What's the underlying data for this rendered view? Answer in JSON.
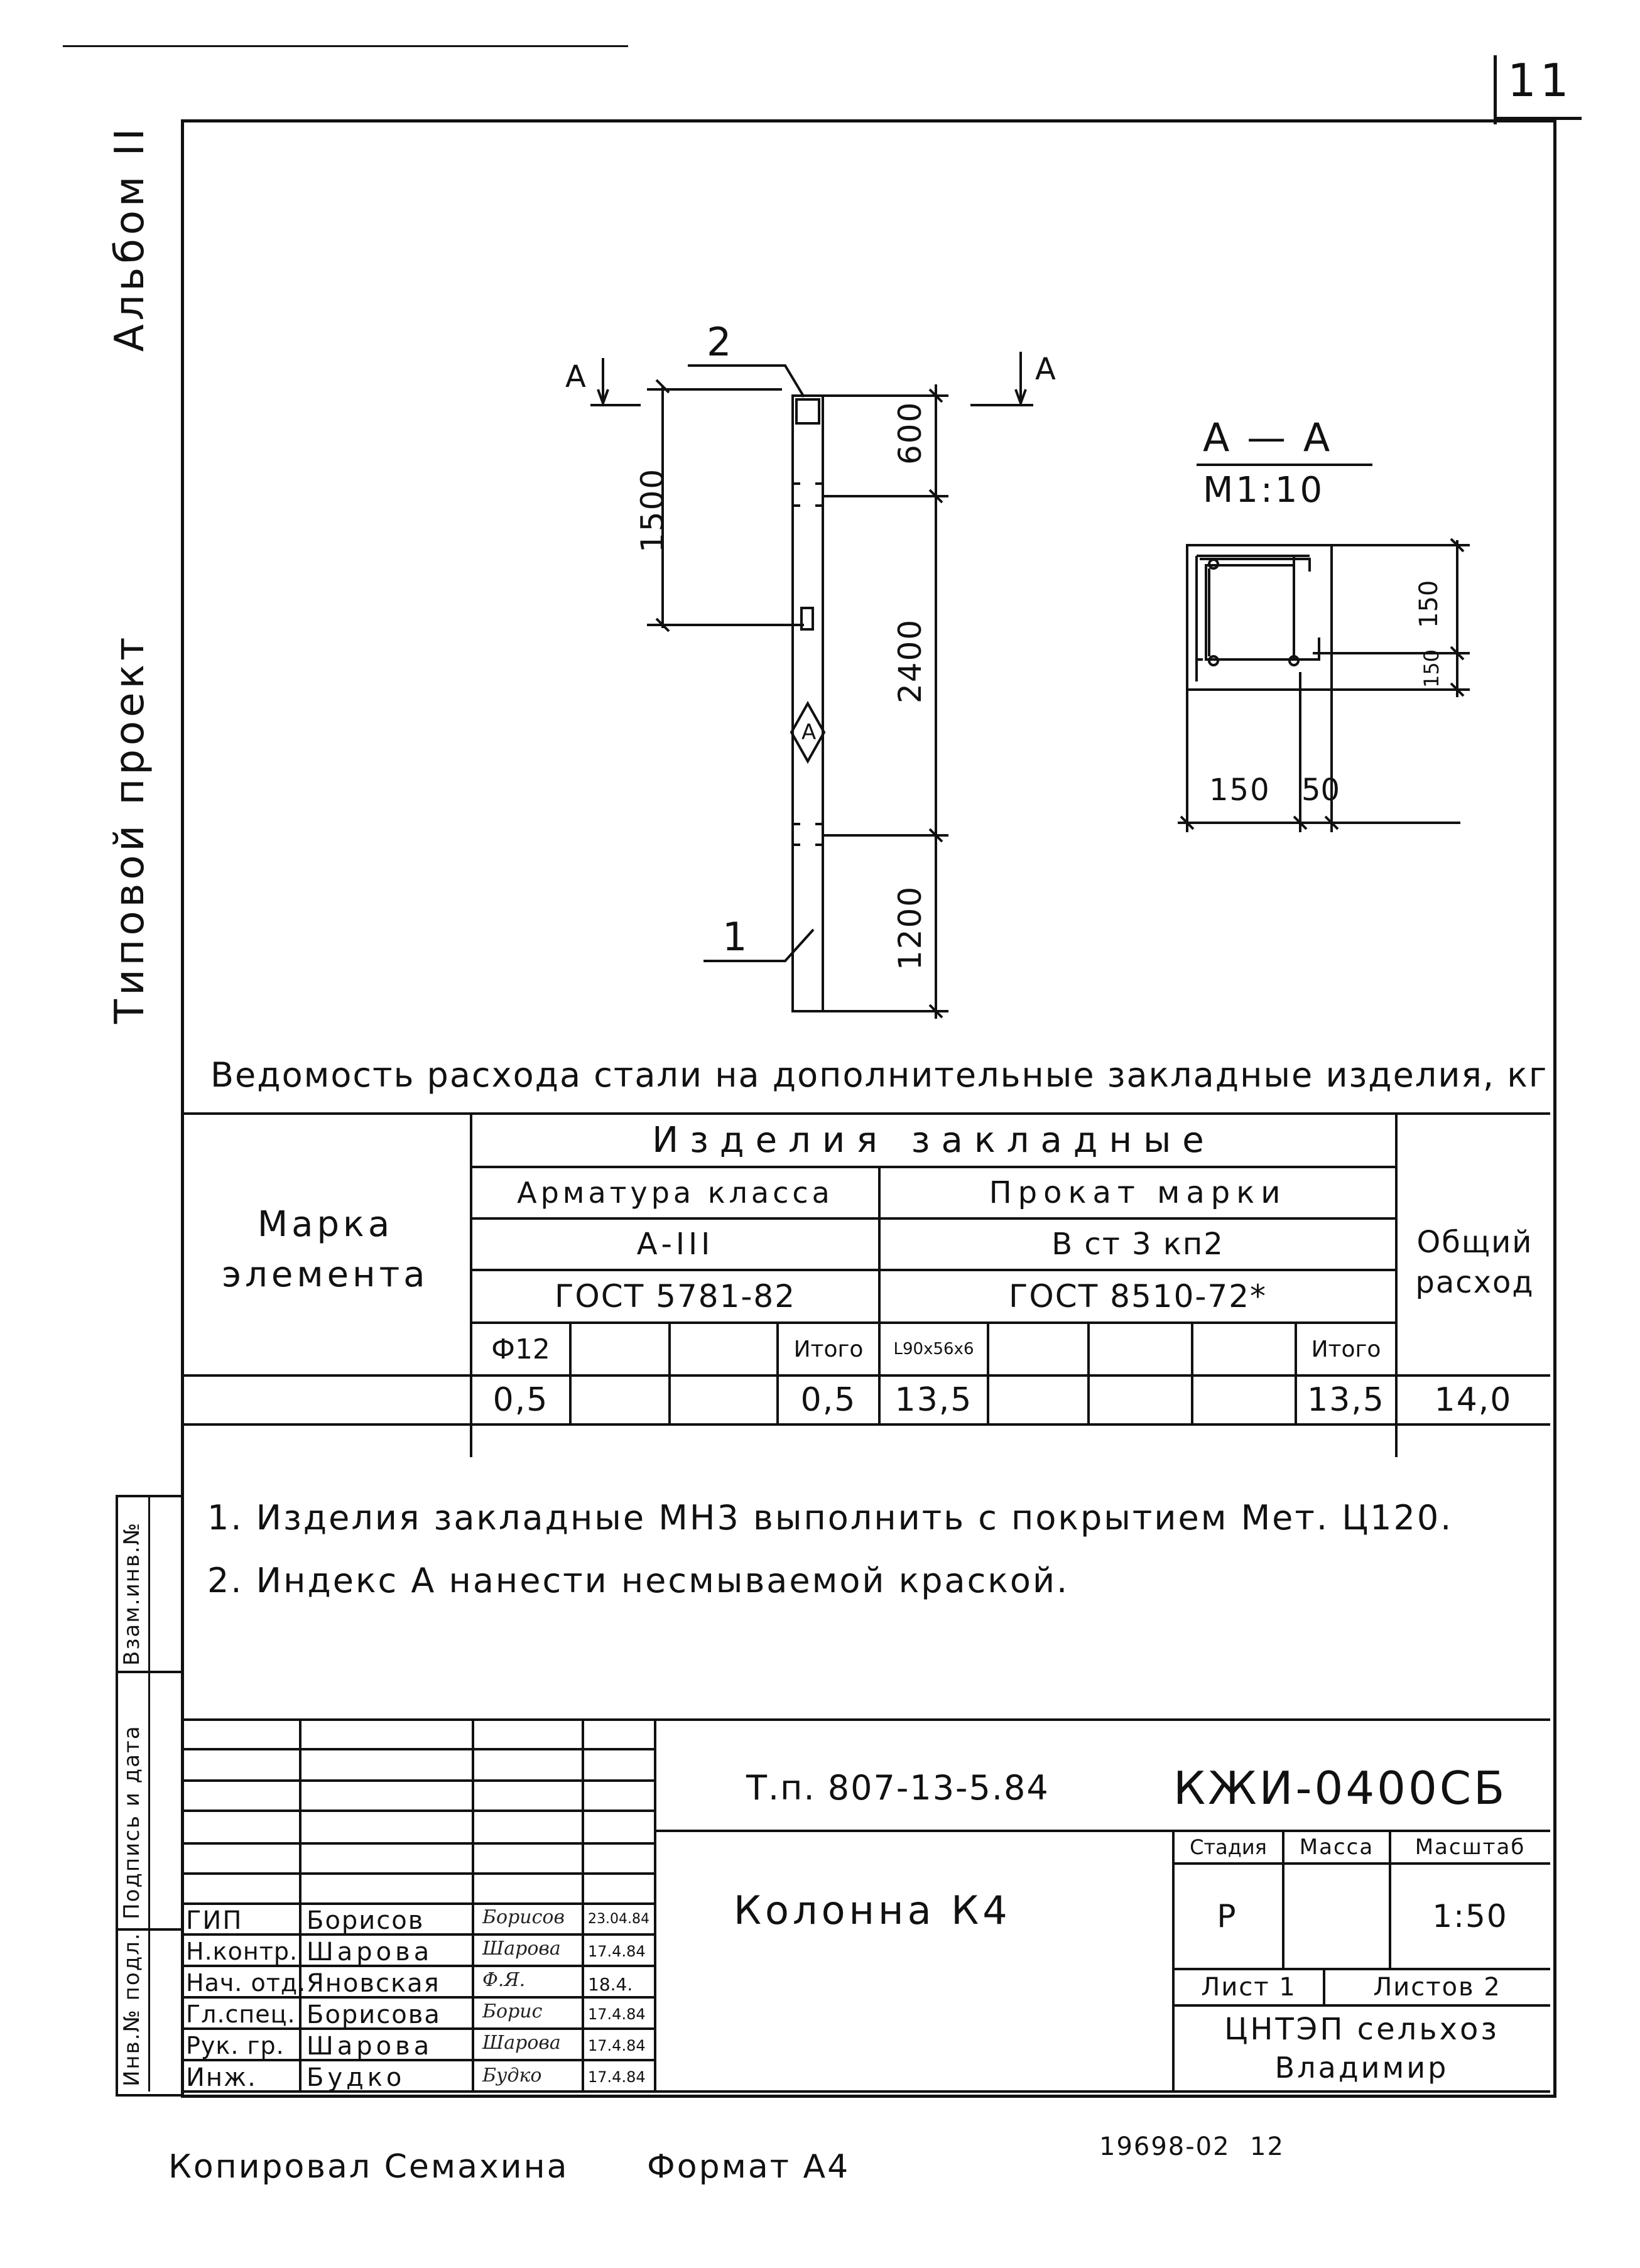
{
  "sheet_number": "11",
  "side_labels": {
    "album": "Альбом II",
    "project": "Типовой проект"
  },
  "stamp_side": {
    "inv_podl": "Инв.№ подл.",
    "podpis_data": "Подпись и дата",
    "vzam_inv": "Взам.инв.№"
  },
  "drawing": {
    "section_mark": "А",
    "callout_1": "1",
    "callout_2": "2",
    "index_mark": "А",
    "dims": [
      "1500",
      "600",
      "2400",
      "1200"
    ],
    "section_title": "А — А",
    "section_scale": "М1:10",
    "section_dims": [
      "150",
      "150",
      "150",
      "50"
    ]
  },
  "table": {
    "title": "Ведомость расхода стали на дополнительные закладные изделия, кг",
    "mark_header": "Марка элемента",
    "group_header": "Изделия закладные",
    "armature_header": "Арматура класса",
    "armature_class": "А-III",
    "armature_gost": "ГОСТ 5781-82",
    "rolled_header": "Прокат марки",
    "rolled_grade": "В ст 3 кп2",
    "rolled_gost": "ГОСТ 8510-72*",
    "total_header": "Общий расход",
    "sub_headers": [
      "Ф12",
      "",
      "",
      "Итого",
      "L90x56x6",
      "",
      "",
      "",
      "Итого"
    ],
    "row": [
      "",
      "0,5",
      "",
      "",
      "0,5",
      "13,5",
      "",
      "",
      "",
      "13,5",
      "14,0"
    ]
  },
  "notes": [
    "1. Изделия закладные МН3 выполнить с покрытием Мет. Ц120.",
    "2. Индекс А нанести несмываемой краской."
  ],
  "title_block": {
    "project_code": "Т.п. 807-13-5.84",
    "doc_code": "КЖИ-0400СБ",
    "name": "Колонна К4",
    "stage_label": "Стадия",
    "mass_label": "Масса",
    "scale_label": "Масштаб",
    "stage": "Р",
    "mass": "",
    "scale": "1:50",
    "sheet_label": "Лист 1",
    "sheets_label": "Листов 2",
    "org_line1": "ЦНТЭП сельхоз",
    "org_line2": "Владимир",
    "people": [
      {
        "role": "ГИП",
        "name": "Борисов",
        "date": "23.04.84"
      },
      {
        "role": "Н.контр.",
        "name": "Шарова",
        "date": "17.4.84"
      },
      {
        "role": "Нач. отд.",
        "name": "Яновская",
        "date": "18.4."
      },
      {
        "role": "Гл.спец.",
        "name": "Борисова",
        "date": "17.4.84"
      },
      {
        "role": "Рук. гр.",
        "name": "Шарова",
        "date": "17.4.84"
      },
      {
        "role": "Инж.",
        "name": "Будко",
        "date": "17.4.84"
      }
    ]
  },
  "footer": {
    "copied": "Копировал Семахина",
    "format": "Формат А4",
    "archive": "19698-02",
    "archive_num": "12"
  }
}
